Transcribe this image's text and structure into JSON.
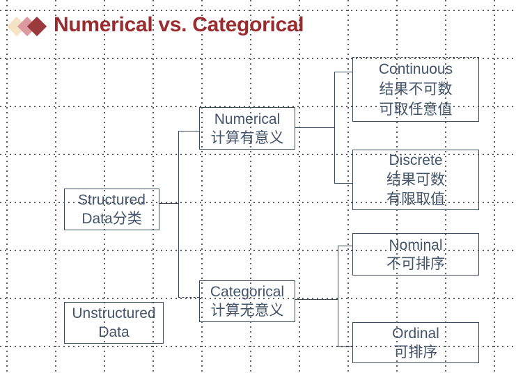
{
  "colors": {
    "title-red": "#9A2B2E",
    "diamond-cream": "#F5E4C3",
    "diamond-rose": "#DC99A0",
    "diamond-red": "#9A3A3C",
    "line": "#3A4A5E",
    "text": "#44546A",
    "grid-dot": "#3C3C3C"
  },
  "slide": {
    "title": "Numerical vs. Categorical"
  },
  "diagram": {
    "nodes": [
      {
        "id": "structured",
        "lines": [
          "Structured",
          "Data分类"
        ]
      },
      {
        "id": "unstructured",
        "lines": [
          "Unstructured",
          "Data"
        ]
      },
      {
        "id": "numerical",
        "lines": [
          "Numerical",
          "计算有意义"
        ]
      },
      {
        "id": "categorical",
        "lines": [
          "Categorical",
          "计算无意义"
        ]
      },
      {
        "id": "continuous",
        "lines": [
          "Continuous",
          "结果不可数",
          "可取任意值"
        ]
      },
      {
        "id": "discrete",
        "lines": [
          "Discrete",
          "结果可数",
          "有限取值"
        ]
      },
      {
        "id": "nominal",
        "lines": [
          "Nominal",
          "不可排序"
        ]
      },
      {
        "id": "ordinal",
        "lines": [
          "Ordinal",
          "可排序"
        ]
      }
    ],
    "edges": [
      [
        "structured",
        "numerical"
      ],
      [
        "structured",
        "categorical"
      ],
      [
        "numerical",
        "continuous"
      ],
      [
        "numerical",
        "discrete"
      ],
      [
        "categorical",
        "nominal"
      ],
      [
        "categorical",
        "ordinal"
      ]
    ]
  }
}
